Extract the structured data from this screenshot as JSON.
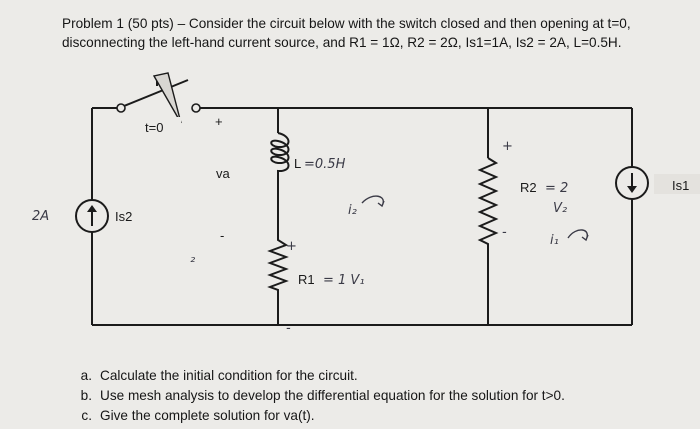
{
  "problem": {
    "line1": "Problem 1 (50 pts) – Consider the circuit below with the switch closed and then opening at t=0,",
    "line2": "disconnecting the left-hand current source, and R1 = 1Ω, R2 = 2Ω, Is1=1A, Is2 = 2A, L=0.5H."
  },
  "circuit": {
    "switch_label": "t=0",
    "is2_label": "Is2",
    "is1_label": "Is1",
    "va_label": "va",
    "plus_sign": "+",
    "minus_sign": "-",
    "inductor_label": "L",
    "r1_label": "R1",
    "r2_label": "R2",
    "handwritten": {
      "source_2a": "2A",
      "inductor_value": "=0.5H",
      "i2": "i₂",
      "r1_value": "= 1 V₁",
      "r2_value": "= 2",
      "v2": "V₂",
      "i1": "i₁",
      "two_small": "₂"
    }
  },
  "questions": [
    {
      "marker": "a.",
      "text": "Calculate the initial condition for the circuit."
    },
    {
      "marker": "b.",
      "text": "Use mesh analysis to develop the differential equation for the solution for t>0."
    },
    {
      "marker": "c.",
      "text": "Give the complete solution for va(t)."
    }
  ]
}
